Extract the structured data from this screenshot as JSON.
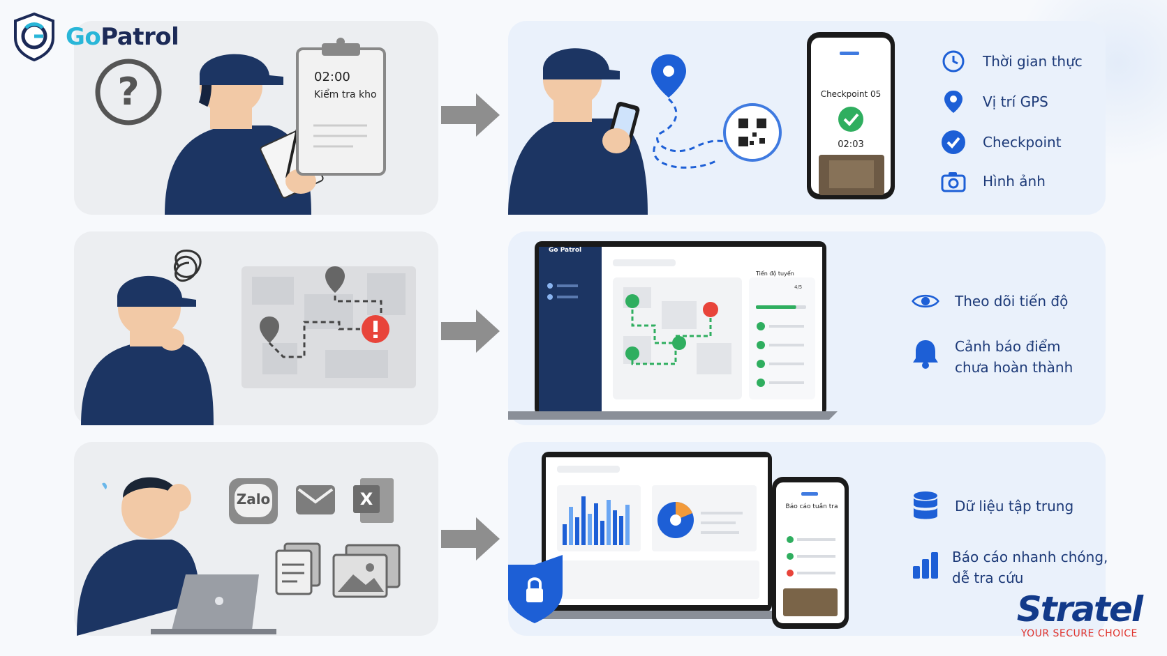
{
  "brand": {
    "go": "Go",
    "patrol": "Patrol"
  },
  "row1": {
    "clipboard_time": "02:00",
    "clipboard_task": "Kiểm tra kho",
    "phone_checkpoint": "Checkpoint 05",
    "phone_time": "02:03",
    "features": [
      {
        "label": "Thời gian thực",
        "icon": "clock-icon"
      },
      {
        "label": "Vị trí GPS",
        "icon": "location-pin-icon"
      },
      {
        "label": "Checkpoint",
        "icon": "check-circle-icon"
      },
      {
        "label": "Hình ảnh",
        "icon": "camera-icon"
      }
    ]
  },
  "row2": {
    "dashboard_brand": "Go Patrol",
    "progress_title": "Tiến độ tuyến",
    "progress_count": "4/5",
    "progress_fraction": 0.8,
    "features": [
      {
        "line1": "Theo dõi tiến độ",
        "line2": "",
        "icon": "eye-icon"
      },
      {
        "line1": "Cảnh báo điểm",
        "line2": "chưa hoàn thành",
        "icon": "bell-icon"
      }
    ]
  },
  "row3": {
    "chat_app": "Zalo",
    "excel_letter": "X",
    "report_title": "Báo cáo tuần tra",
    "bar_values": [
      30,
      55,
      40,
      70,
      45,
      60,
      35,
      65,
      50,
      42,
      58
    ],
    "features": [
      {
        "line1": "Dữ liệu tập trung",
        "line2": "",
        "icon": "database-icon"
      },
      {
        "line1": "Báo cáo nhanh chóng,",
        "line2": "dễ tra cứu",
        "icon": "bar-chart-icon"
      }
    ]
  },
  "footer": {
    "company": "Stratel",
    "tagline": "YOUR SECURE CHOICE"
  },
  "colors": {
    "primary": "#1d5fd6",
    "navy": "#1c3563",
    "accent": "#29b6d8",
    "green": "#2fae5f",
    "red": "#e8443a"
  }
}
